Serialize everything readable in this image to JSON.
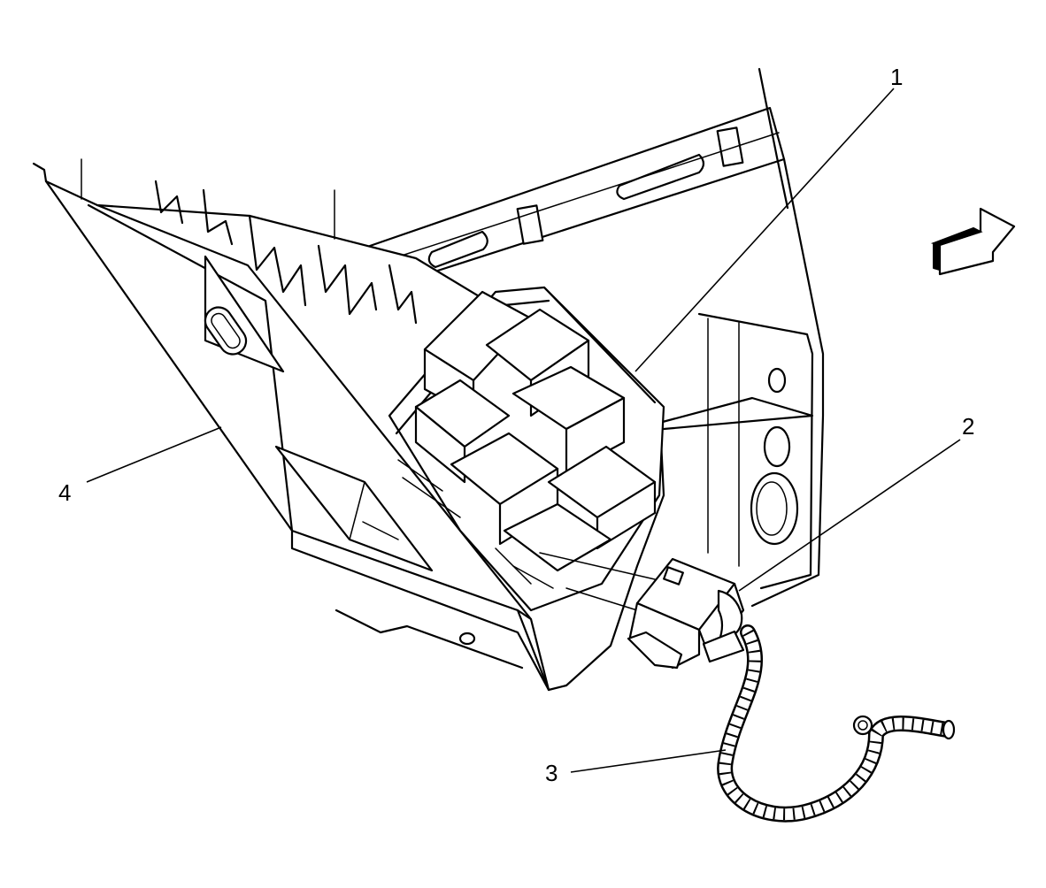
{
  "diagram": {
    "callouts": [
      {
        "id": "1",
        "label": "1"
      },
      {
        "id": "2",
        "label": "2"
      },
      {
        "id": "3",
        "label": "3"
      },
      {
        "id": "4",
        "label": "4"
      }
    ],
    "colors": {
      "line": "#000000",
      "background": "#ffffff",
      "arrow_side": "#000000"
    },
    "icons": {
      "direction_arrow": "forward-arrow-icon"
    }
  }
}
